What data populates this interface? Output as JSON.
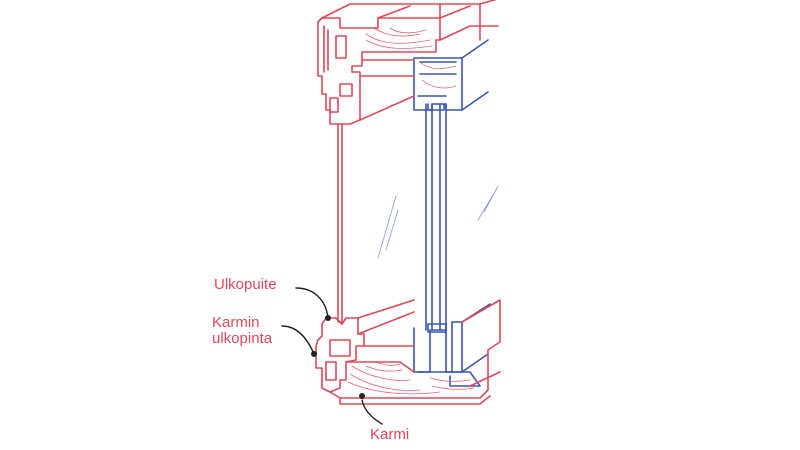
{
  "colors": {
    "outer_frame": "#e0485a",
    "inner_frame": "#3a55b4",
    "wood": "#e0485a",
    "pointer": "#222222",
    "label_red": "#e0485a"
  },
  "labels": {
    "ulkopuite": "Ulkopuite",
    "karmin_line1": "Karmin",
    "karmin_line2": "ulkopinta",
    "karmi": "Karmi"
  }
}
